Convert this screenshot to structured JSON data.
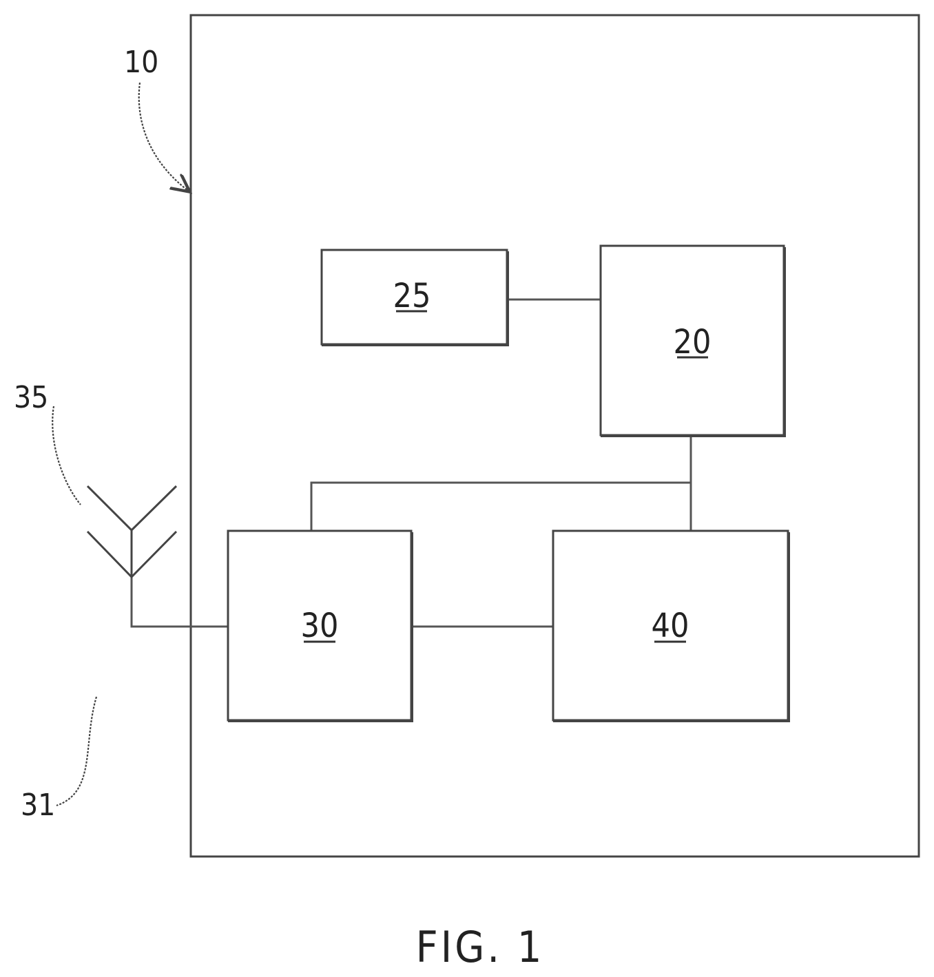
{
  "diagram": {
    "references": {
      "device": "10",
      "antenna": "35",
      "antenna_line": "31"
    },
    "blocks": [
      {
        "id": "b25",
        "label": "25"
      },
      {
        "id": "b20",
        "label": "20"
      },
      {
        "id": "b30",
        "label": "30"
      },
      {
        "id": "b40",
        "label": "40"
      }
    ],
    "connections": [
      {
        "from": "25",
        "to": "20"
      },
      {
        "from": "20",
        "to": "30"
      },
      {
        "from": "20",
        "to": "40"
      },
      {
        "from": "30",
        "to": "40"
      },
      {
        "from": "antenna",
        "to": "30"
      }
    ],
    "caption": "FIG. 1"
  }
}
